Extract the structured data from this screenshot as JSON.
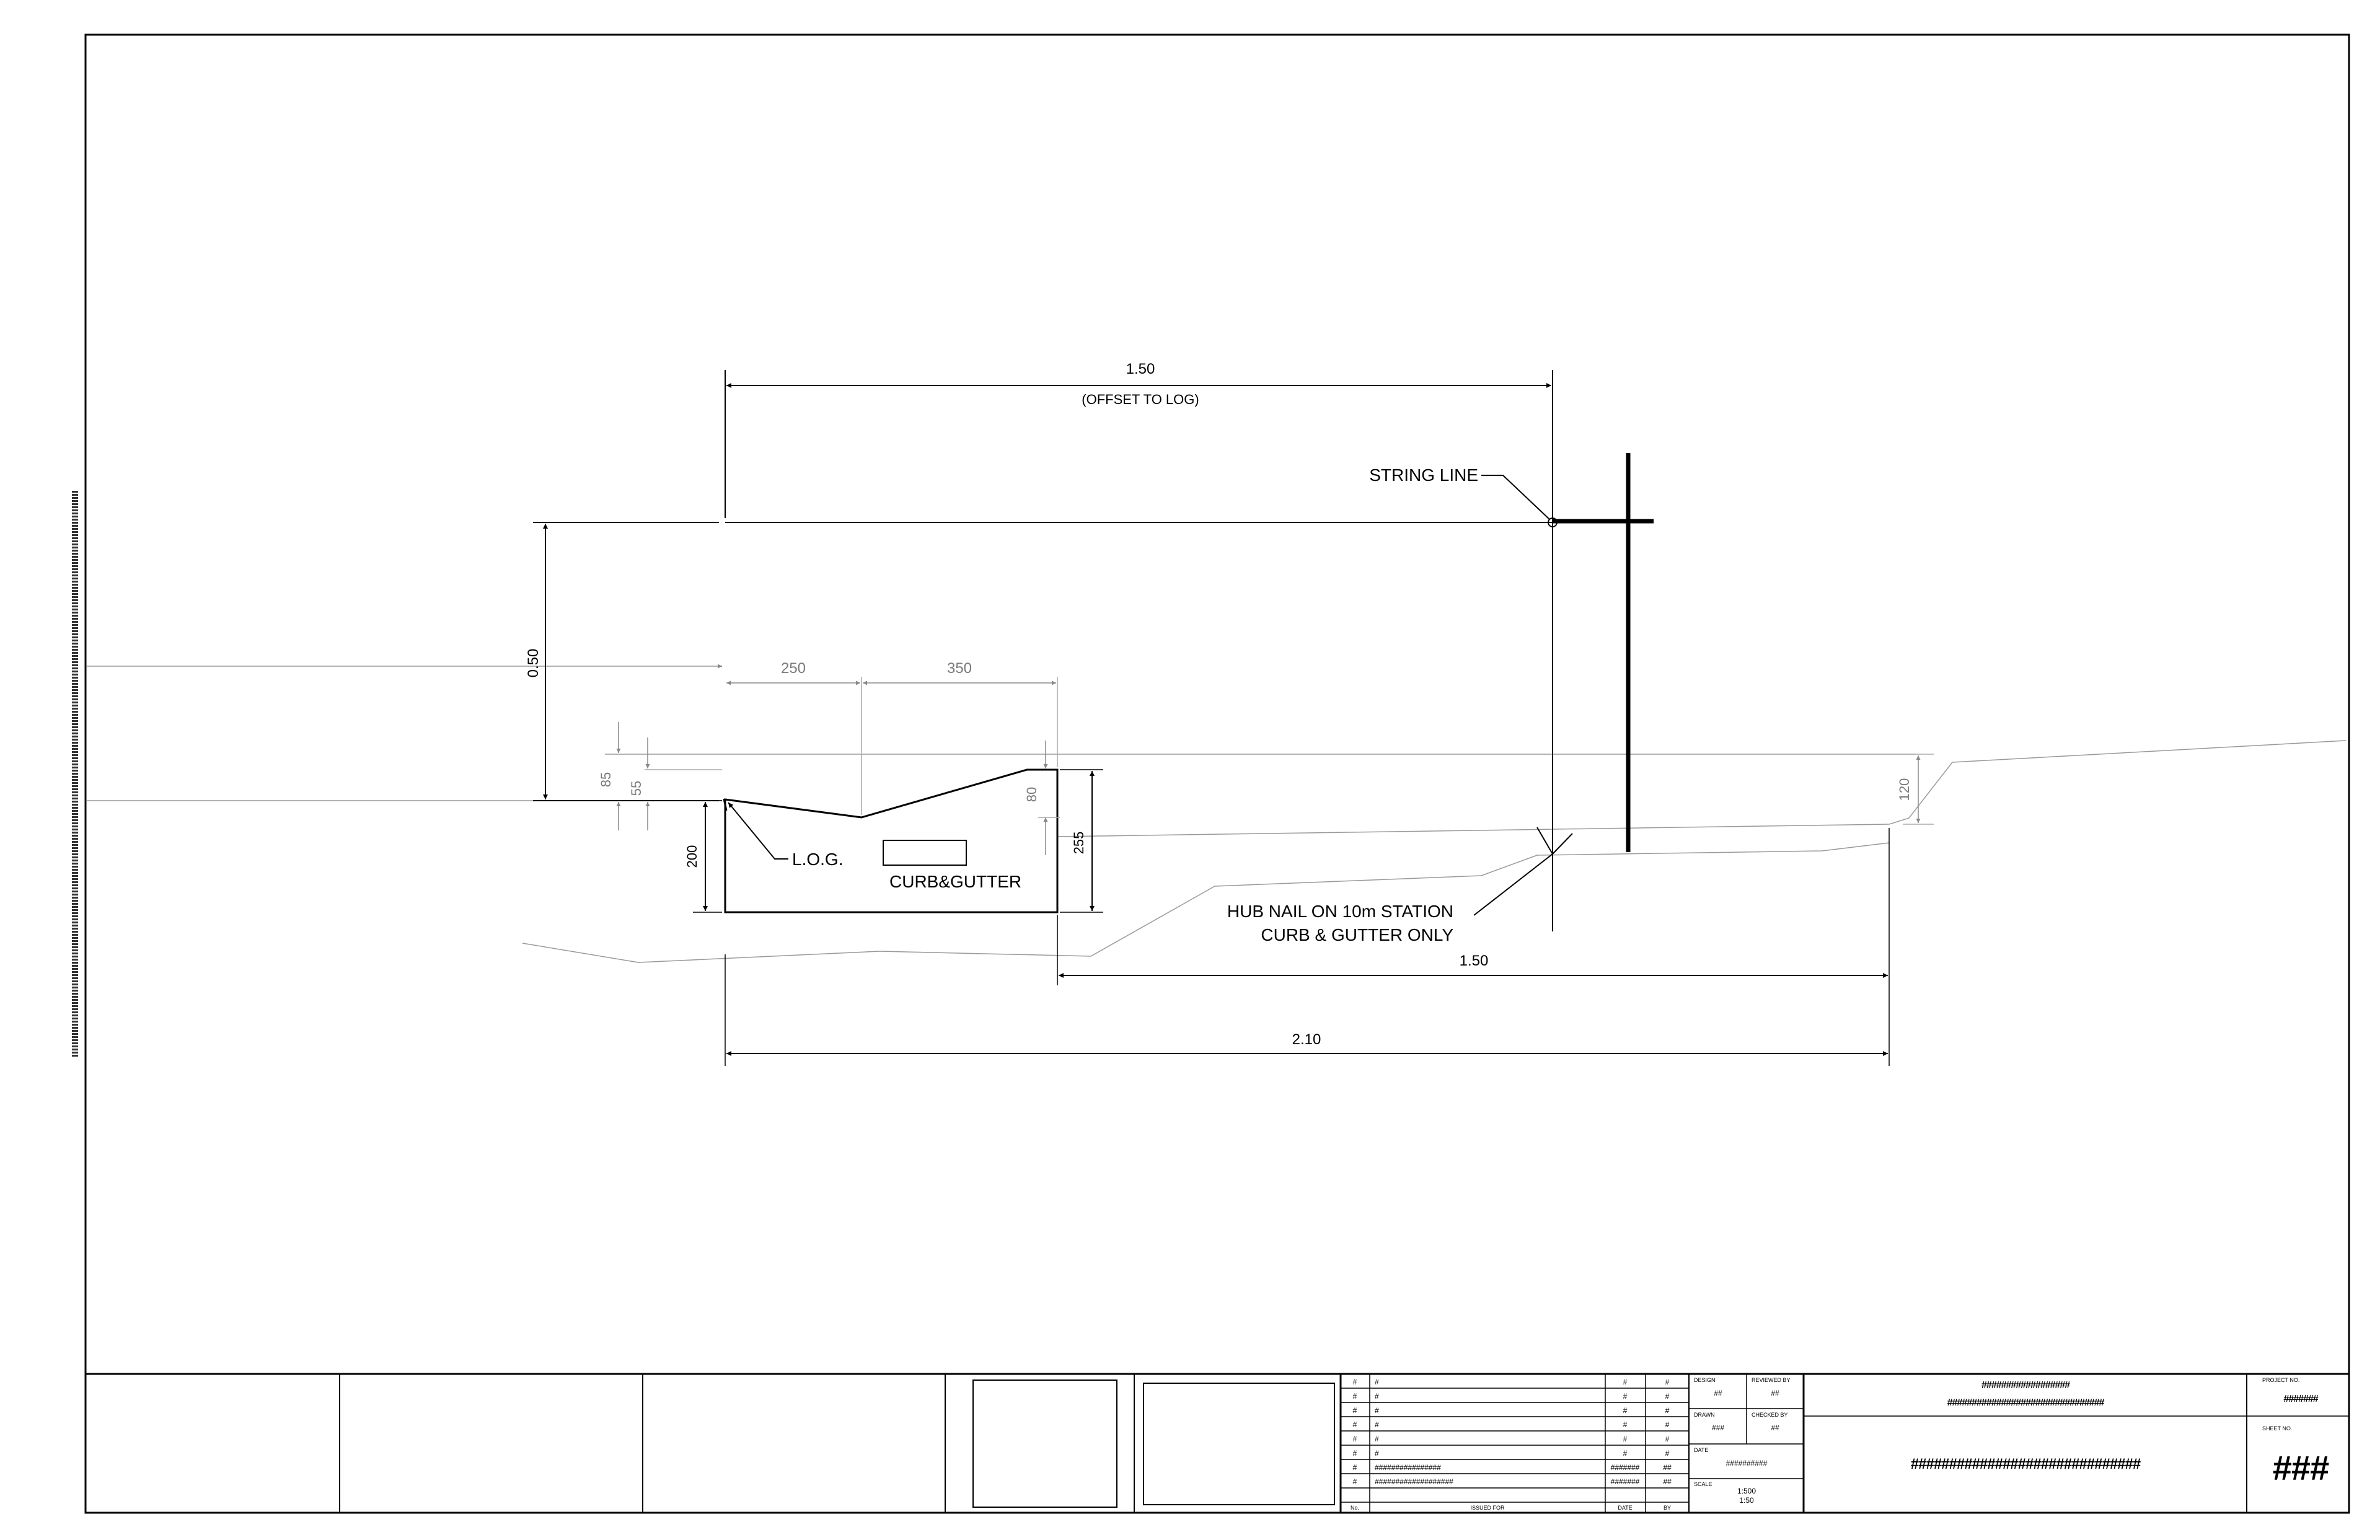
{
  "drawing": {
    "offset_to_log_value": "1.50",
    "offset_to_log_note": "(OFFSET TO LOG)",
    "string_line_label": "STRING LINE",
    "vertical_offset_value": "0.50",
    "dim_250": "250",
    "dim_350": "350",
    "dim_85": "85",
    "dim_55": "55",
    "dim_80": "80",
    "dim_200": "200",
    "dim_255": "255",
    "dim_120": "120",
    "log_label": "L.O.G.",
    "curb_label": "CURB&GUTTER",
    "hub_nail_line1": "HUB NAIL ON 10m STATION",
    "hub_nail_line2": "CURB & GUTTER ONLY",
    "dim_lower_150": "1.50",
    "dim_total_210": "2.10"
  },
  "title_block": {
    "revision_rows": [
      {
        "no": "#",
        "desc": "#",
        "date": "#",
        "by": "#"
      },
      {
        "no": "#",
        "desc": "#",
        "date": "#",
        "by": "#"
      },
      {
        "no": "#",
        "desc": "#",
        "date": "#",
        "by": "#"
      },
      {
        "no": "#",
        "desc": "#",
        "date": "#",
        "by": "#"
      },
      {
        "no": "#",
        "desc": "#",
        "date": "#",
        "by": "#"
      },
      {
        "no": "#",
        "desc": "#",
        "date": "#",
        "by": "#"
      },
      {
        "no": "#",
        "desc": "################",
        "date": "#######",
        "by": "##"
      },
      {
        "no": "#",
        "desc": "###################",
        "date": "#######",
        "by": "##"
      }
    ],
    "rev_header_no": "No.",
    "rev_header_issued": "ISSUED FOR",
    "rev_header_date": "DATE",
    "rev_header_by": "BY",
    "design_label": "DESIGN",
    "design_value": "##",
    "reviewed_label": "REVIEWED BY",
    "reviewed_value": "##",
    "drawn_label": "DRAWN",
    "drawn_value": "###",
    "checked_label": "CHECKED BY",
    "checked_value": "##",
    "date_label": "DATE",
    "date_value": "##########",
    "scale_label": "SCALE",
    "scale_h": "1:500",
    "scale_v": "1:50",
    "client_line1": "##################",
    "client_line2": "################################",
    "drawing_title": "##############################",
    "project_no_label": "PROJECT NO.",
    "project_no_value": "#######",
    "sheet_no_label": "SHEET NO.",
    "sheet_no_value": "###"
  }
}
